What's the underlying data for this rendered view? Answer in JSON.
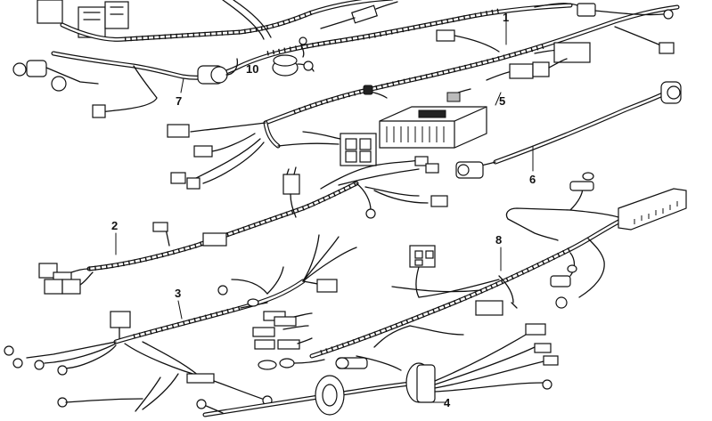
{
  "diagram": {
    "callouts": [
      {
        "id": "1",
        "label": "1"
      },
      {
        "id": "2",
        "label": "2"
      },
      {
        "id": "3",
        "label": "3"
      },
      {
        "id": "4",
        "label": "4"
      },
      {
        "id": "5",
        "label": "5"
      },
      {
        "id": "6",
        "label": "6"
      },
      {
        "id": "7",
        "label": "7"
      },
      {
        "id": "8",
        "label": "8"
      },
      {
        "id": "10",
        "label": "10"
      }
    ]
  }
}
